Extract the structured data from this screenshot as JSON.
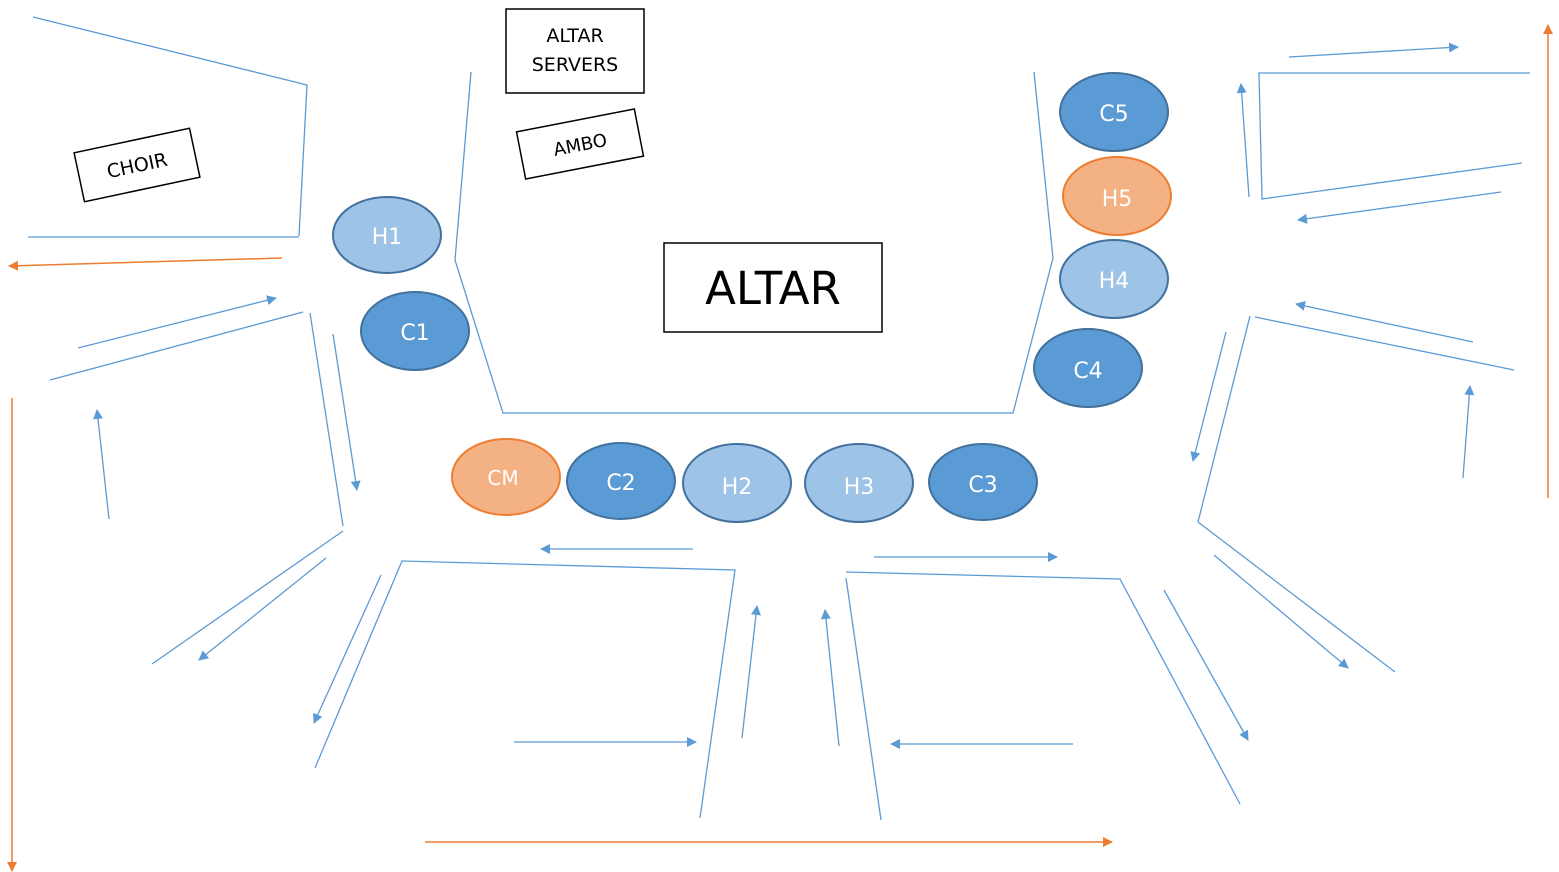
{
  "labels": {
    "altar": "ALTAR",
    "altar_servers_line1": "ALTAR",
    "altar_servers_line2": "SERVERS",
    "ambo": "AMBO",
    "choir": "CHOIR"
  },
  "stations": {
    "h1": "H1",
    "c1": "C1",
    "cm": "CM",
    "c2": "C2",
    "h2": "H2",
    "h3": "H3",
    "c3": "C3",
    "c4": "C4",
    "h4": "H4",
    "h5": "H5",
    "c5": "C5"
  },
  "colors": {
    "line_blue": "#5b9bd5",
    "dark_blue_fill": "#5b9bd5",
    "dark_blue_stroke": "#41719c",
    "light_blue_fill": "#9dc3e6",
    "light_blue_stroke": "#41719c",
    "orange_fill": "#f4b183",
    "orange_stroke": "#ed7d31",
    "orange_arrow": "#ed7d31"
  }
}
